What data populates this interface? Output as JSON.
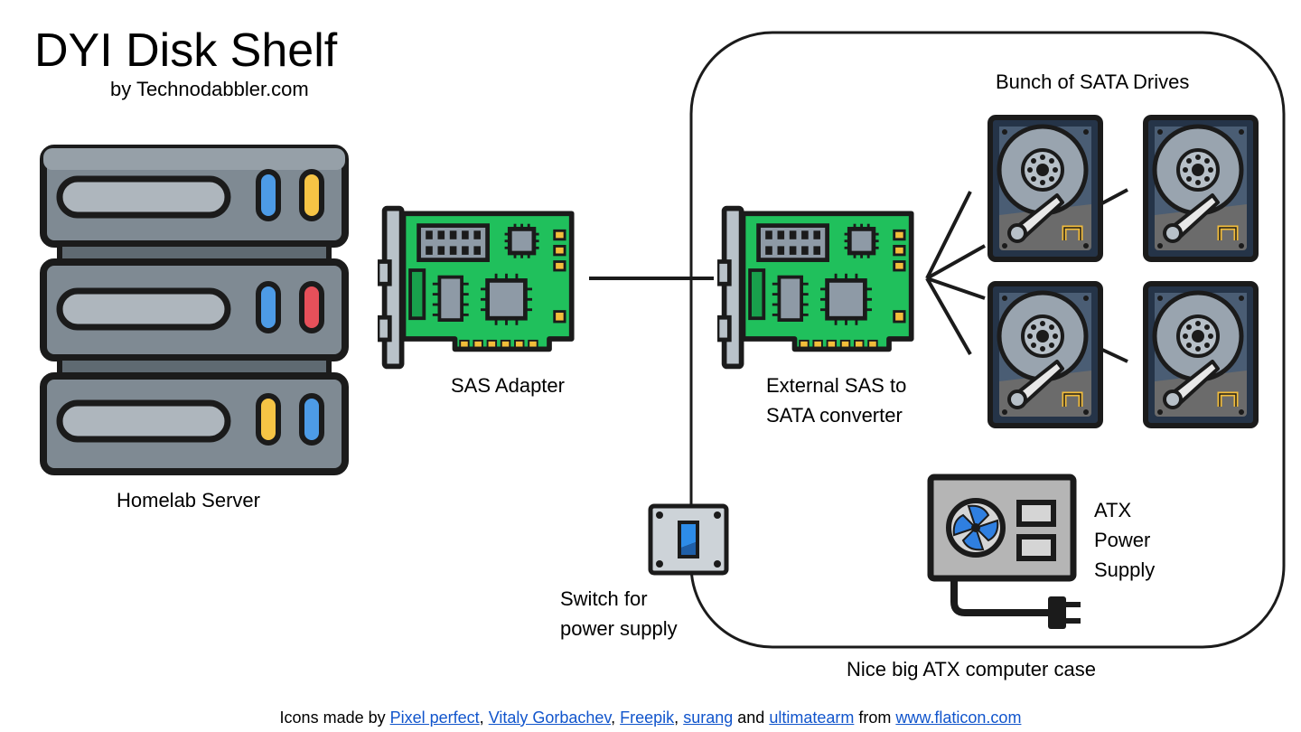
{
  "header": {
    "title": "DYI Disk Shelf",
    "subtitle": "by Technodabbler.com"
  },
  "nodes": {
    "server": {
      "label": "Homelab Server"
    },
    "sas_adapter": {
      "label": "SAS Adapter"
    },
    "converter": {
      "line1": "External SAS to",
      "line2": "SATA converter"
    },
    "drives": {
      "label": "Bunch of SATA Drives"
    },
    "switch": {
      "line1": "Switch for",
      "line2": "power supply"
    },
    "psu": {
      "line1": "ATX",
      "line2": "Power",
      "line3": "Supply"
    },
    "case": {
      "label": "Nice big ATX computer case"
    }
  },
  "credits": {
    "prefix": "Icons made by",
    "author1": "Pixel perfect",
    "sep1": ",",
    "author2": "Vitaly Gorbachev",
    "sep2": ",",
    "author3": "Freepik",
    "sep3": ",",
    "author4": "surang",
    "and_text": "and",
    "author5": "ultimatearm",
    "from_text": "from",
    "site": "www.flaticon.com"
  },
  "colors": {
    "outline": "#1b1b1b",
    "server_body": "#7f8a93",
    "server_slot": "#aeb6bd",
    "led_blue": "#4d9be6",
    "led_yellow": "#f6c445",
    "led_red": "#e6505a",
    "pcb_green": "#20c05c",
    "chip_gray": "#8e9aa6",
    "bracket_gray": "#b9c2c9",
    "gold": "#f3bd3a",
    "disk_frame": "#253448",
    "disk_platter": "#99a4af",
    "disk_base": "#6b6b6b",
    "fan_blue": "#2f7fe0",
    "psu_gray": "#b5b5b5",
    "switch_blue": "#2d8ce8"
  },
  "icons": [
    "server-icon",
    "pci-card-icon",
    "hard-drive-icon",
    "power-switch-icon",
    "power-supply-icon",
    "plug-icon"
  ]
}
